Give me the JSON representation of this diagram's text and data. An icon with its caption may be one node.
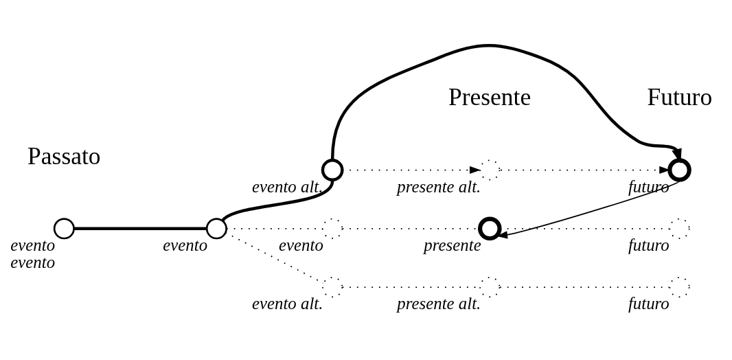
{
  "diagram": {
    "nodes": [
      {
        "text": [],
        "shape": "circle",
        "beside": [
          "evento",
          "evento"
        ]
      },
      {
        "text": [],
        "shape": "circle",
        "beside": [
          "evento"
        ]
      },
      {
        "text": [],
        "shape": "circle",
        "beside": [
          "evento alt."
        ]
      },
      {
        "text": [],
        "shape": "circle",
        "beside": [
          "presente alt."
        ]
      },
      {
        "text": [],
        "shape": "circle",
        "beside": [
          "futuro"
        ]
      },
      {
        "text": [],
        "shape": "circle",
        "beside": [
          "evento"
        ]
      },
      {
        "text": [],
        "shape": "circle",
        "beside": [
          "presente"
        ]
      },
      {
        "text": [],
        "shape": "circle",
        "beside": [
          "futuro"
        ]
      },
      {
        "text": [],
        "shape": "circle",
        "beside": [
          "evento alt."
        ]
      },
      {
        "text": [],
        "shape": "circle",
        "beside": [
          "presente alt."
        ]
      },
      {
        "text": [],
        "shape": "circle",
        "beside": [
          "futuro"
        ]
      }
    ],
    "edges": [
      {
        "from": 0,
        "to": 1,
        "arrow": "none",
        "style": "thick"
      },
      {
        "from": 1,
        "to": 2,
        "arrow": "none",
        "style": "thick"
      },
      {
        "from": 2,
        "to": 4,
        "arrow": "to",
        "style": "thick"
      },
      {
        "from": 2,
        "to": 3,
        "arrow": "to",
        "style": "dashed"
      },
      {
        "from": 3,
        "to": 4,
        "arrow": "to",
        "style": "dashed"
      },
      {
        "from": 1,
        "to": 5,
        "arrow": "none",
        "style": "dashed"
      },
      {
        "from": 5,
        "to": 6,
        "arrow": "none",
        "style": "dashed"
      },
      {
        "from": 6,
        "to": 7,
        "arrow": "none",
        "style": "dashed"
      },
      {
        "from": 1,
        "to": 8,
        "arrow": "none",
        "style": "dashed"
      },
      {
        "from": 8,
        "to": 9,
        "arrow": "none",
        "style": "dashed"
      },
      {
        "from": 9,
        "to": 10,
        "arrow": "none",
        "style": "dashed"
      },
      {
        "from": 4,
        "to": 6,
        "arrow": "to"
      }
    ],
    "labels": [
      "Passato",
      "Presente",
      "Futuro"
    ]
  }
}
